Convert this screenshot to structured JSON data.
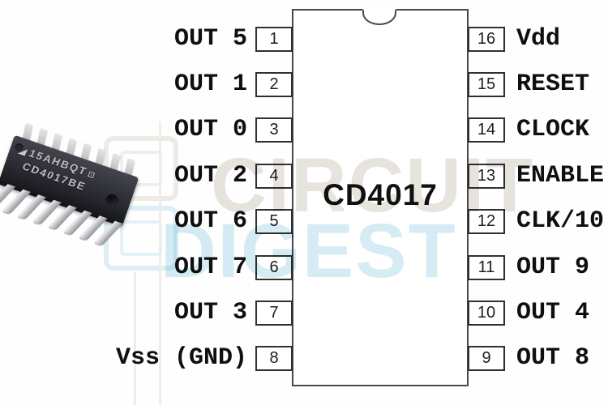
{
  "ic": {
    "name": "CD4017",
    "left_pins": [
      {
        "number": "1",
        "label": "OUT 5"
      },
      {
        "number": "2",
        "label": "OUT 1"
      },
      {
        "number": "3",
        "label": "OUT 0"
      },
      {
        "number": "4",
        "label": "OUT 2"
      },
      {
        "number": "5",
        "label": "OUT 6"
      },
      {
        "number": "6",
        "label": "OUT 7"
      },
      {
        "number": "7",
        "label": "OUT 3"
      },
      {
        "number": "8",
        "label": "Vss (GND)"
      }
    ],
    "right_pins": [
      {
        "number": "16",
        "label": "Vdd"
      },
      {
        "number": "15",
        "label": "RESET"
      },
      {
        "number": "14",
        "label": "CLOCK"
      },
      {
        "number": "13",
        "label": "ENABLE"
      },
      {
        "number": "12",
        "label": "CLK/10"
      },
      {
        "number": "11",
        "label": "OUT 9"
      },
      {
        "number": "10",
        "label": "OUT 4"
      },
      {
        "number": "9",
        "label": "OUT 8"
      }
    ]
  },
  "photo": {
    "marking_line1": "15AHBQT",
    "marking_line2": "CD4017BE"
  },
  "watermark": {
    "line1": "CIRCUIT",
    "line2": "DIGEST",
    "gray_color": "#e7e4de",
    "blue_color": "#d6ecf4"
  }
}
